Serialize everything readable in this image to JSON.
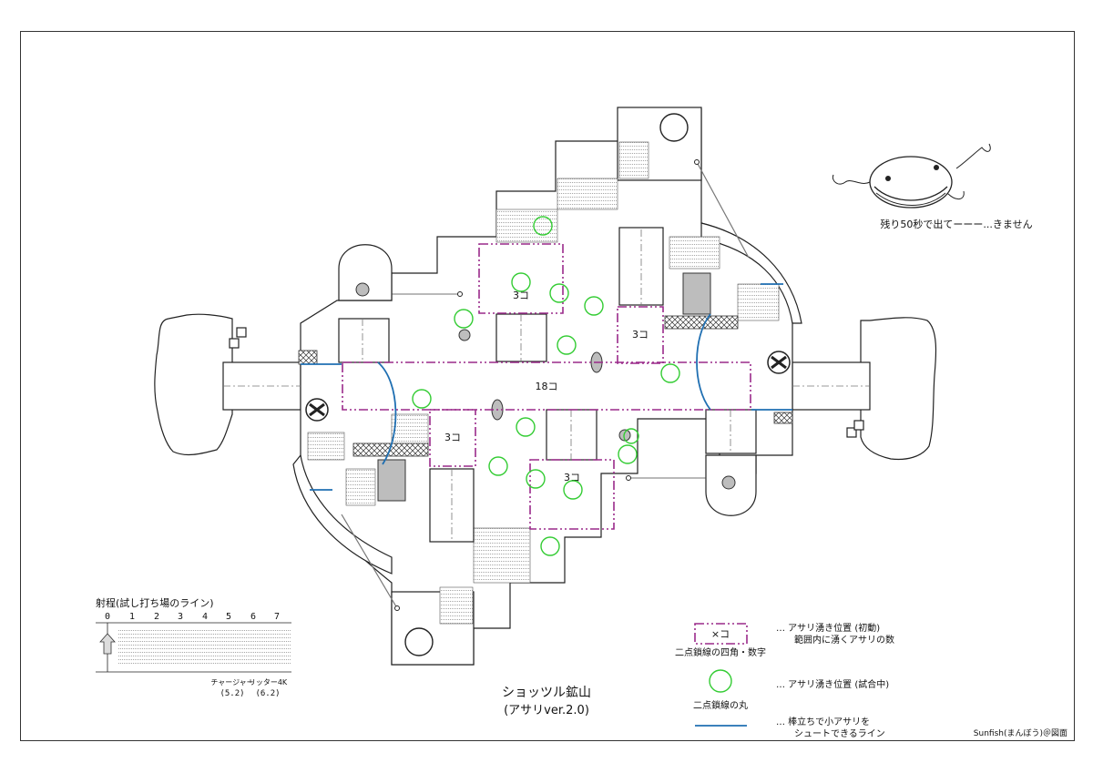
{
  "title": {
    "line1": "ショッツル鉱山",
    "line2": "(アサリver.2.0)"
  },
  "credit": "Sunfish(まんぼう)＠図面",
  "mascot_caption": "残り50秒で出てーーー...きません",
  "zones": [
    {
      "id": "zone-center",
      "label": "18コ"
    },
    {
      "id": "zone-top-left",
      "label": "3コ"
    },
    {
      "id": "zone-top-right",
      "label": "3コ"
    },
    {
      "id": "zone-bottom-left",
      "label": "3コ"
    },
    {
      "id": "zone-bottom-right",
      "label": "3コ"
    }
  ],
  "range_scale": {
    "title": "射程(試し打ち場のライン)",
    "ticks": [
      "0",
      "1",
      "2",
      "3",
      "4",
      "5",
      "6",
      "7"
    ],
    "markers": [
      {
        "name": "チャージャー",
        "value": "(5.2)"
      },
      {
        "name": "リッター4K",
        "value": "(6.2)"
      }
    ]
  },
  "legend": {
    "sample_zone_label": "×コ",
    "zone_caption": "二点鎖線の四角・数字",
    "zone_desc_1": "… アサリ湧き位置 (初動)",
    "zone_desc_2": "範囲内に湧くアサリの数",
    "circle_caption": "二点鎖線の丸",
    "circle_desc": "… アサリ湧き位置 (試合中)",
    "line_desc_1": "… 棒立ちで小アサリを",
    "line_desc_2": "シュートできるライン"
  },
  "colors": {
    "zone_border": "#9a2a8a",
    "spawn_circle": "#33cc33",
    "shoot_line": "#1f6fb2"
  }
}
